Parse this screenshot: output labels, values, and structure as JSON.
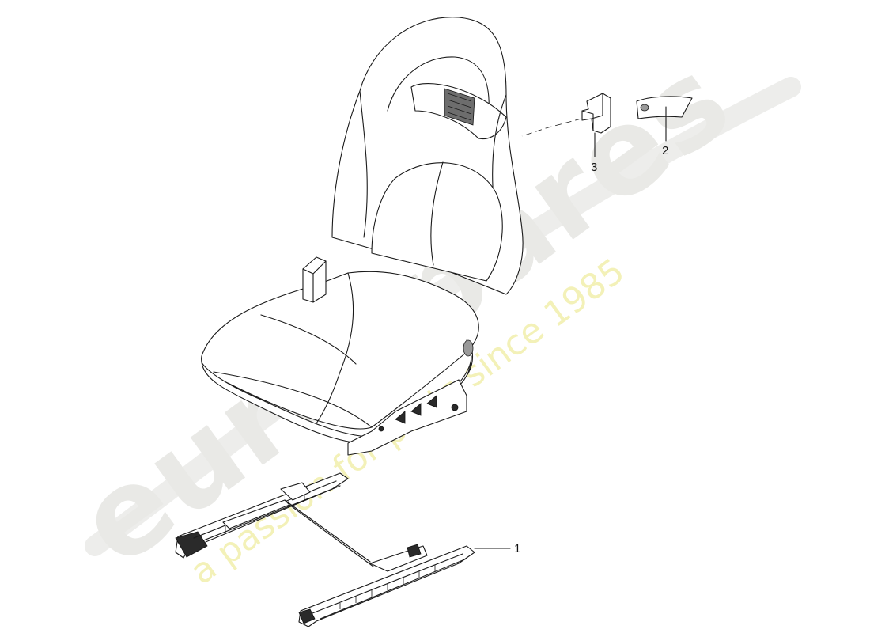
{
  "watermark": {
    "brand": "eurospares",
    "tagline": "a passion for parts since 1985"
  },
  "callouts": [
    {
      "number": "1"
    },
    {
      "number": "2"
    },
    {
      "number": "3"
    }
  ]
}
